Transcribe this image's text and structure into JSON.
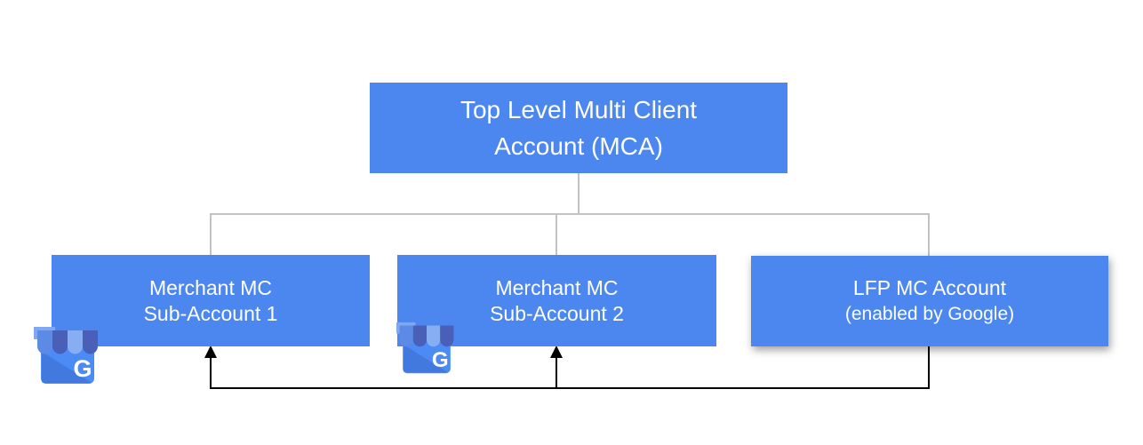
{
  "colors": {
    "page_bg": "#FFFFFF",
    "node_blue": "#4C87F0",
    "text_white": "#FFFFFF",
    "connector_gray": "#C2C2C2",
    "connector_black": "#000000",
    "icon_body_blue": "#4C8BF5",
    "icon_stripe_medium": "#5C8AE4",
    "icon_stripe_dark": "#4A5FB8",
    "icon_stripe_light": "#87AEF3",
    "icon_backwall_light": "#80A8F1"
  },
  "nodes": {
    "mca": {
      "line1": "Top Level Multi Client",
      "line2": "Account (MCA)"
    },
    "sub1": {
      "line1": "Merchant MC",
      "line2": "Sub-Account 1"
    },
    "sub2": {
      "line1": "Merchant MC",
      "line2": "Sub-Account 2"
    },
    "lfp": {
      "line1": "LFP MC Account",
      "line2": "(enabled by Google)"
    }
  },
  "icons": {
    "business_profile_letter": "G",
    "business_profile_name": "google-business-profile-storefront-icon"
  },
  "edges": [
    {
      "from": "mca",
      "to": [
        "sub1",
        "sub2",
        "lfp"
      ],
      "style": "gray-tree",
      "arrows": false
    },
    {
      "from": "lfp",
      "to": [
        "sub1",
        "sub2"
      ],
      "style": "black-line",
      "arrows": true
    }
  ]
}
